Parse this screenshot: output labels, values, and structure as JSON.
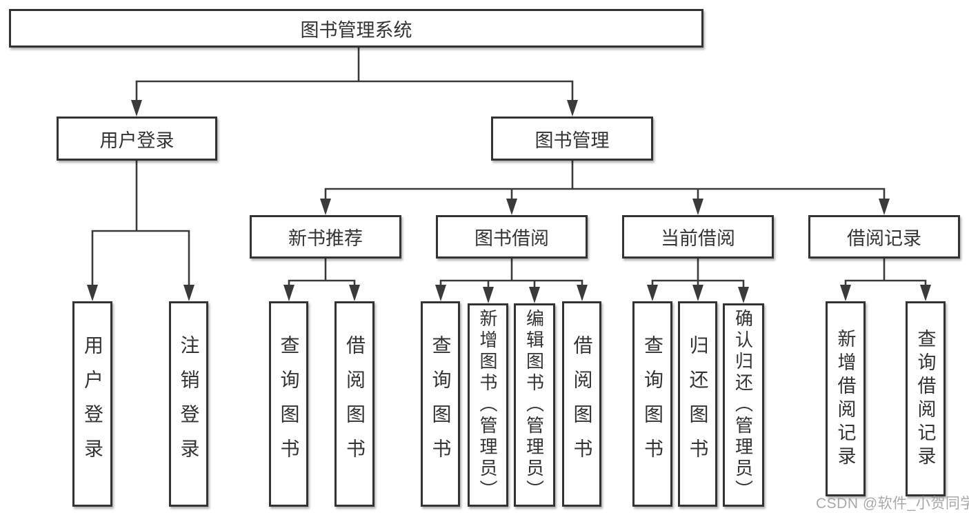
{
  "diagram": {
    "title": "图书管理系统",
    "root": {
      "label": "图书管理系统"
    },
    "level2": [
      {
        "label": "用户登录"
      },
      {
        "label": "图书管理"
      }
    ],
    "level3": [
      {
        "label": "新书推荐"
      },
      {
        "label": "图书借阅"
      },
      {
        "label": "当前借阅"
      },
      {
        "label": "借阅记录"
      }
    ],
    "leaves": [
      {
        "label": "用户登录",
        "parent": "用户登录"
      },
      {
        "label": "注销登录",
        "parent": "用户登录"
      },
      {
        "label": "查询图书",
        "parent": "新书推荐"
      },
      {
        "label": "借阅图书",
        "parent": "新书推荐"
      },
      {
        "label": "查询图书",
        "parent": "图书借阅"
      },
      {
        "label": "新增图书（管理员）",
        "parent": "图书借阅"
      },
      {
        "label": "编辑图书（管理员）",
        "parent": "图书借阅"
      },
      {
        "label": "借阅图书",
        "parent": "图书借阅"
      },
      {
        "label": "查询图书",
        "parent": "当前借阅"
      },
      {
        "label": "归还图书",
        "parent": "当前借阅"
      },
      {
        "label": "确认归还（管理员）",
        "parent": "当前借阅"
      },
      {
        "label": "新增借阅记录",
        "parent": "借阅记录"
      },
      {
        "label": "查询借阅记录",
        "parent": "借阅记录"
      }
    ],
    "colors": {
      "line": "#3a3a3a",
      "border": "#333333",
      "text": "#333333",
      "watermark_text": "#9a9a9a"
    }
  },
  "watermark": {
    "label": "CSDN @软件_小贺同学"
  }
}
